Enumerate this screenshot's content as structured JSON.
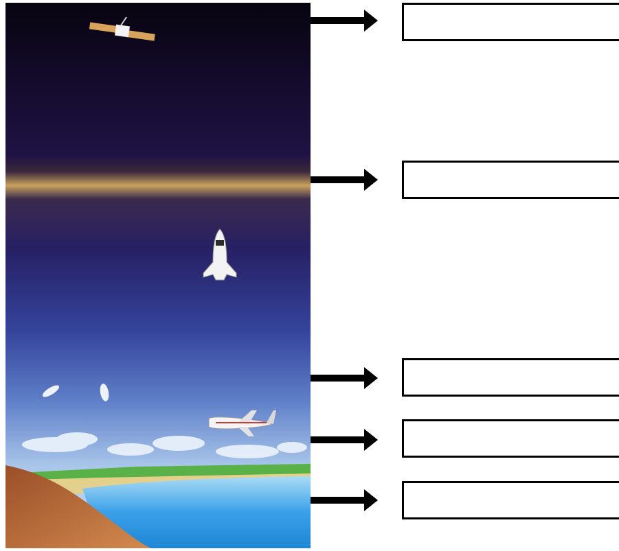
{
  "diagram": {
    "layers": [
      {
        "key": "exosphere",
        "label": ""
      },
      {
        "key": "thermosphere",
        "label": ""
      },
      {
        "key": "mesosphere",
        "label": ""
      },
      {
        "key": "stratosphere",
        "label": ""
      },
      {
        "key": "troposphere",
        "label": ""
      }
    ],
    "colors": {
      "space_top": "#0a0616",
      "space_mid": "#1d1040",
      "glow_band": "#c9a15e",
      "sky_mid": "#3a4a96",
      "sky_low": "#7ea2da",
      "cloud": "#e8f0fb",
      "land_brown": "#b2683a",
      "grass": "#5ab148",
      "sand": "#e3d08c",
      "water": "#3c9de6"
    }
  }
}
